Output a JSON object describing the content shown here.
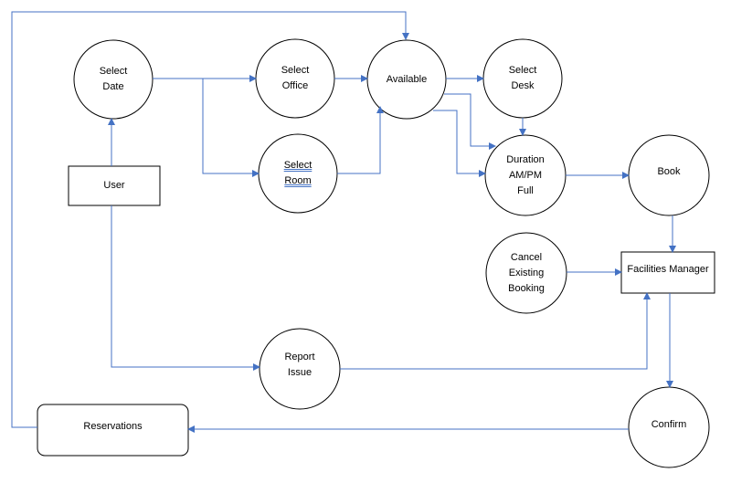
{
  "diagram": {
    "nodes": {
      "user": {
        "label": "User"
      },
      "select_date": {
        "lines": [
          "Select",
          "Date"
        ]
      },
      "select_office": {
        "lines": [
          "Select",
          "Office"
        ]
      },
      "select_room": {
        "lines": [
          "Select",
          "Room"
        ]
      },
      "available": {
        "label": "Available"
      },
      "select_desk": {
        "lines": [
          "Select",
          "Desk"
        ]
      },
      "duration": {
        "lines": [
          "Duration",
          "AM/PM",
          "Full"
        ]
      },
      "book": {
        "label": "Book"
      },
      "cancel_booking": {
        "lines": [
          "Cancel",
          "Existing",
          "Booking"
        ]
      },
      "facilities_manager": {
        "label": "Facilities Manager"
      },
      "report_issue": {
        "lines": [
          "Report",
          "Issue"
        ]
      },
      "confirm": {
        "label": "Confirm"
      },
      "reservations": {
        "label": "Reservations"
      }
    },
    "colors": {
      "node_stroke": "#000000",
      "arrow": "#4472c4"
    }
  }
}
